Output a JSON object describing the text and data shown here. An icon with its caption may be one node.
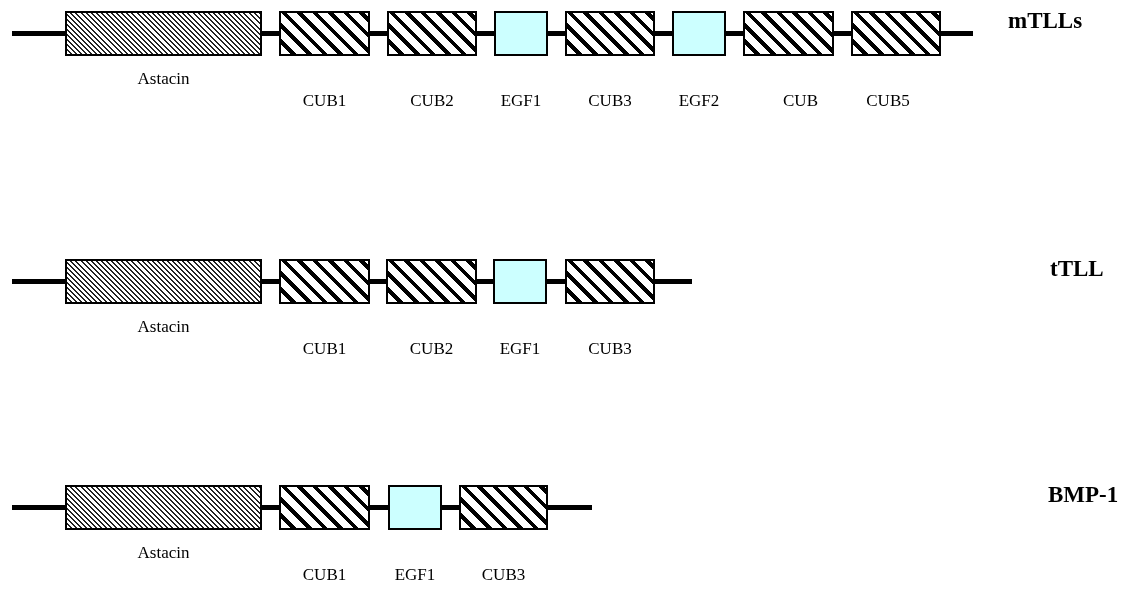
{
  "diagram": {
    "nodes": [
      {
        "text": [
          "Astacin"
        ]
      },
      {
        "text": [
          "CUB1"
        ]
      },
      {
        "text": [
          "CUB2"
        ]
      },
      {
        "text": [
          "EGF1"
        ]
      },
      {
        "text": [
          "CUB3"
        ]
      },
      {
        "text": [
          "EGF2"
        ]
      },
      {
        "text": [
          "CUB"
        ]
      },
      {
        "text": [
          "CUB5"
        ]
      },
      {
        "text": [
          "Astacin"
        ]
      },
      {
        "text": [
          "CUB1"
        ]
      },
      {
        "text": [
          "CUB2"
        ]
      },
      {
        "text": [
          "EGF1"
        ]
      },
      {
        "text": [
          "CUB3"
        ]
      },
      {
        "text": [
          "Astacin"
        ]
      },
      {
        "text": [
          "CUB1"
        ]
      },
      {
        "text": [
          "EGF1"
        ]
      },
      {
        "text": [
          "CUB3"
        ]
      }
    ],
    "edges": [
      {
        "from": null,
        "to": 0,
        "arrow": "none"
      },
      {
        "from": 0,
        "to": 1,
        "arrow": "none"
      },
      {
        "from": 1,
        "to": 2,
        "arrow": "none"
      },
      {
        "from": 2,
        "to": 3,
        "arrow": "none"
      },
      {
        "from": 3,
        "to": 4,
        "arrow": "none"
      },
      {
        "from": 4,
        "to": 5,
        "arrow": "none"
      },
      {
        "from": 5,
        "to": 6,
        "arrow": "none"
      },
      {
        "from": 6,
        "to": 7,
        "arrow": "none"
      },
      {
        "from": 7,
        "to": null,
        "arrow": "none"
      },
      {
        "from": null,
        "to": 8,
        "arrow": "none"
      },
      {
        "from": 8,
        "to": 9,
        "arrow": "none"
      },
      {
        "from": 9,
        "to": 10,
        "arrow": "none"
      },
      {
        "from": 10,
        "to": 11,
        "arrow": "none"
      },
      {
        "from": 11,
        "to": 12,
        "arrow": "none"
      },
      {
        "from": 12,
        "to": null,
        "arrow": "none"
      },
      {
        "from": null,
        "to": 13,
        "arrow": "none"
      },
      {
        "from": 13,
        "to": 14,
        "arrow": "none"
      },
      {
        "from": 14,
        "to": 15,
        "arrow": "none"
      },
      {
        "from": 15,
        "to": 16,
        "arrow": "none"
      },
      {
        "from": 16,
        "to": null,
        "arrow": "none"
      }
    ],
    "labels": [
      "mTLLs",
      "tTLL",
      "BMP-1"
    ]
  }
}
